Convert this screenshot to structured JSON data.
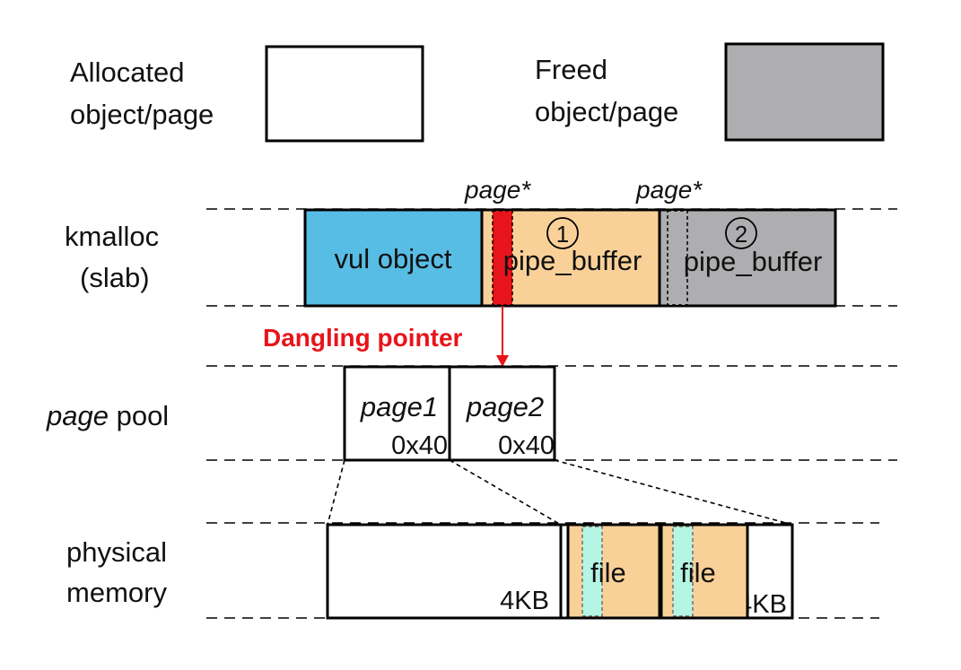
{
  "legend": {
    "allocated_line1": "Allocated",
    "allocated_line2": "object/page",
    "freed_line1": "Freed",
    "freed_line2": "object/page"
  },
  "rows": {
    "kmalloc_line1": "kmalloc",
    "kmalloc_line2": "(slab)",
    "page_pool_italic": "page",
    "page_pool_rest": " pool",
    "physical_line1": "physical",
    "physical_line2": "memory"
  },
  "slab": {
    "vul_object": "vul object",
    "pipe_buffer_1": "pipe_buffer",
    "pipe_buffer_2": "pipe_buffer",
    "marker_1": "①",
    "marker_2": "②",
    "page_ptr_1": "page*",
    "page_ptr_2": "page*"
  },
  "dangling_pointer": "Dangling pointer",
  "pool": {
    "page1": "page1",
    "page2": "page2",
    "size1": "0x40",
    "size2": "0x40"
  },
  "memory": {
    "size_left": "4KB",
    "size_right": "4KB",
    "file1": "file",
    "file2": "file"
  },
  "colors": {
    "vul_object": "#58BDE5",
    "pipe_buffer": "#F9D198",
    "freed": "#AEADB0",
    "dangling": "#E8141B",
    "file_stripe": "#B5F5E3"
  }
}
